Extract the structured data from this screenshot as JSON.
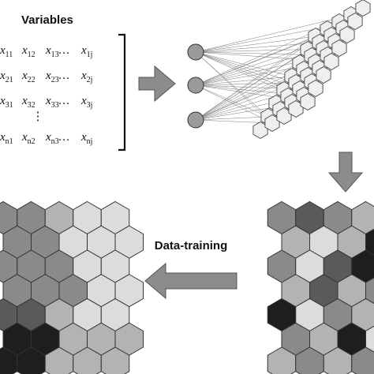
{
  "variables_title": "Variables",
  "data_training_label": "Data-training",
  "matrix": {
    "rows": [
      [
        "x11",
        "x12",
        "x13…",
        "x1j"
      ],
      [
        "x21",
        "x22",
        "x23…",
        "x2j"
      ],
      [
        "x31",
        "x32",
        "x33…",
        "x3j"
      ],
      [
        "xn1",
        "xn2",
        "xn3…",
        "xnj"
      ]
    ],
    "vertical_ellipsis": "⋮"
  },
  "input_neuron_count": 3,
  "colors": {
    "arrow_fill": "#8c8c8c",
    "neuron_fill": "#9a9a9a",
    "lattice_fill": "#efefef",
    "white": "#ffffff",
    "light": "#dcdcdc",
    "mid": "#b3b3b3",
    "gray": "#8a8a8a",
    "dark": "#5a5a5a",
    "black": "#1e1e1e"
  },
  "trained_map_shades": [
    [
      "gray",
      "gray",
      "mid",
      "light",
      "light"
    ],
    [
      "gray",
      "gray",
      "light",
      "light",
      "light"
    ],
    [
      "gray",
      "gray",
      "gray",
      "light",
      "light"
    ],
    [
      "gray",
      "gray",
      "gray",
      "light",
      "light"
    ],
    [
      "dark",
      "dark",
      "mid",
      "light",
      "light"
    ],
    [
      "black",
      "black",
      "mid",
      "mid",
      "mid"
    ],
    [
      "black",
      "black",
      "mid",
      "mid",
      "mid"
    ]
  ],
  "random_map_shades": [
    [
      "gray",
      "dark",
      "gray",
      "mid",
      "gray"
    ],
    [
      "mid",
      "light",
      "mid",
      "black",
      "gray"
    ],
    [
      "gray",
      "light",
      "dark",
      "black",
      "light"
    ],
    [
      "mid",
      "dark",
      "mid",
      "gray",
      "light"
    ],
    [
      "black",
      "light",
      "gray",
      "mid",
      "mid"
    ],
    [
      "gray",
      "mid",
      "black",
      "light",
      "gray"
    ],
    [
      "mid",
      "gray",
      "mid",
      "gray",
      "light"
    ]
  ]
}
